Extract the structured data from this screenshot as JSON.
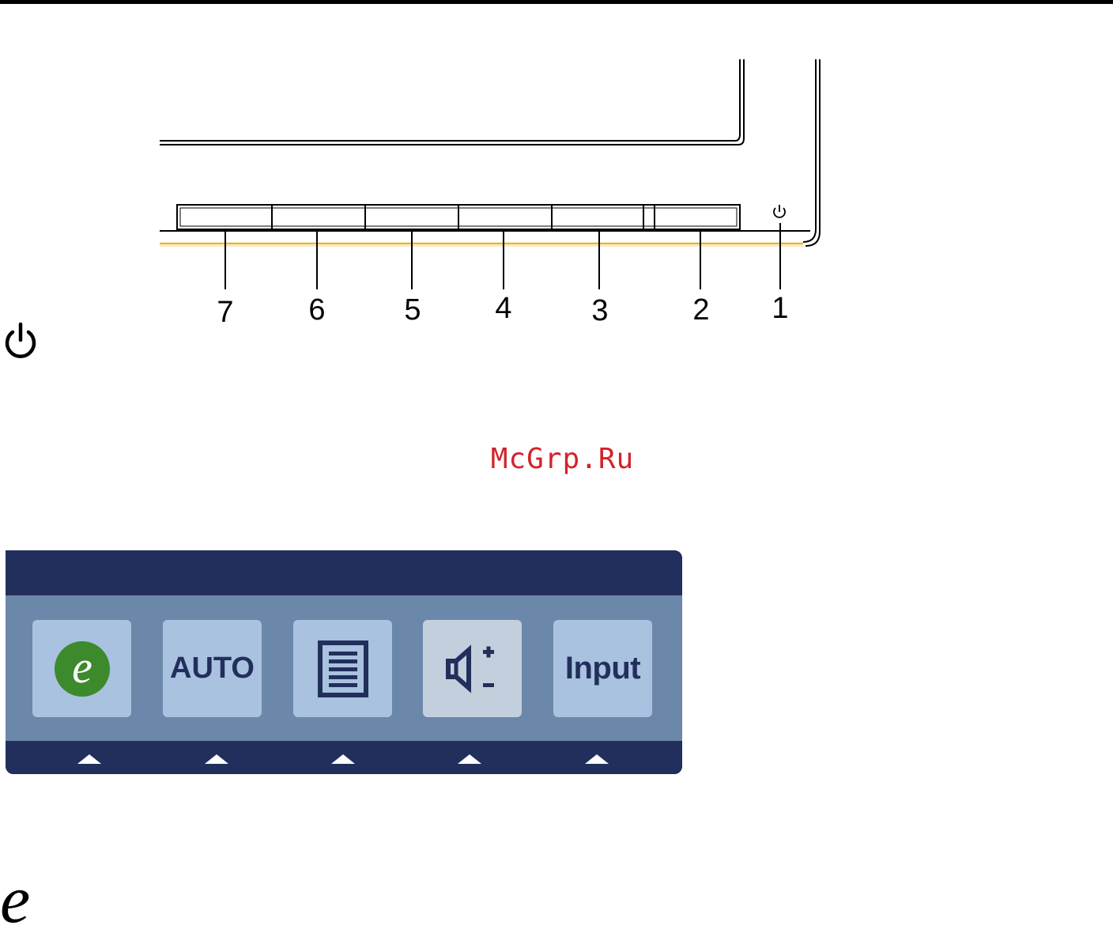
{
  "diagram": {
    "callouts": [
      "7",
      "6",
      "5",
      "4",
      "3",
      "2",
      "1"
    ]
  },
  "watermark": {
    "text": "McGrp.Ru"
  },
  "osd_menu": {
    "tiles": [
      {
        "icon": "eco-e-icon",
        "label": ""
      },
      {
        "icon": "",
        "label": "AUTO"
      },
      {
        "icon": "menu-list-icon",
        "label": ""
      },
      {
        "icon": "volume-icon",
        "label": ""
      },
      {
        "icon": "",
        "label": "Input"
      }
    ],
    "colors": {
      "frame": "#222f5c",
      "panel": "#6b87a9",
      "tile": "#a9c2df",
      "tile_selected": "#c3cfdc",
      "eco_green": "#3d8a2c"
    }
  },
  "glyphs": {
    "power": "power-icon",
    "eco": "e"
  }
}
